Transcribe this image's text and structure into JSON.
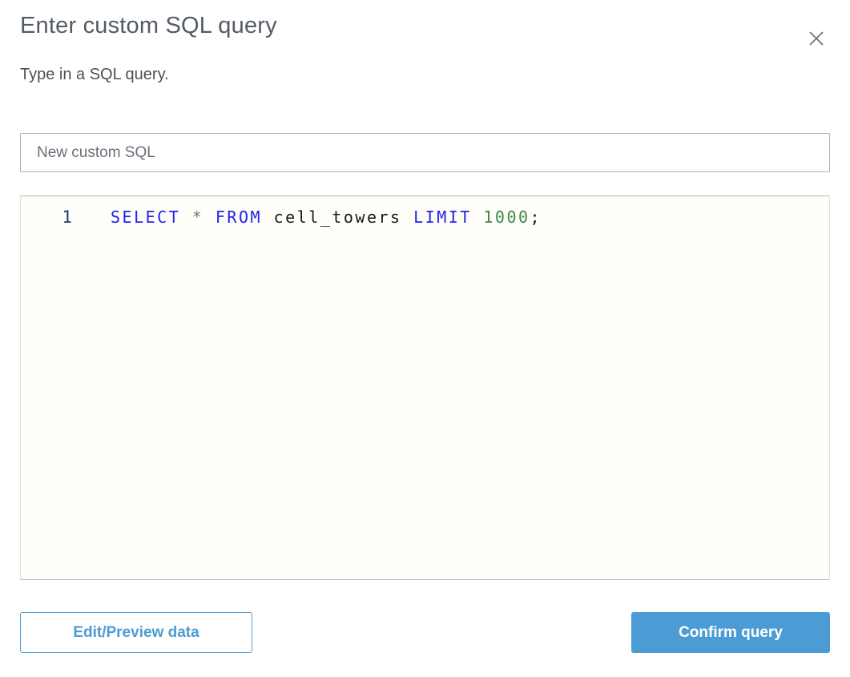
{
  "dialog": {
    "title": "Enter custom SQL query",
    "subtitle": "Type in a SQL query."
  },
  "name_input": {
    "value": "New custom SQL"
  },
  "editor": {
    "line_number": "1",
    "sql_text": "SELECT * FROM cell_towers LIMIT 1000;",
    "tokens": [
      {
        "text": "SELECT",
        "type": "keyword"
      },
      {
        "text": " ",
        "type": "plain"
      },
      {
        "text": "*",
        "type": "operator"
      },
      {
        "text": " ",
        "type": "plain"
      },
      {
        "text": "FROM",
        "type": "keyword"
      },
      {
        "text": " ",
        "type": "plain"
      },
      {
        "text": "cell_towers",
        "type": "plain"
      },
      {
        "text": " ",
        "type": "plain"
      },
      {
        "text": "LIMIT",
        "type": "keyword"
      },
      {
        "text": " ",
        "type": "plain"
      },
      {
        "text": "1000",
        "type": "number"
      },
      {
        "text": ";",
        "type": "plain"
      }
    ]
  },
  "footer": {
    "edit_preview_label": "Edit/Preview data",
    "confirm_label": "Confirm query"
  },
  "colors": {
    "title": "#545b64",
    "subtitle": "#4a5056",
    "input-border": "#aab2b5",
    "input-text": "#687078",
    "editor-bg": "#fffef8",
    "editor-border-strong": "#b5b8ba",
    "editor-border-soft": "#dcdfe0",
    "keyword": "#2222ee",
    "operator": "#6d7b96",
    "number": "#3a8745",
    "plain": "#17191c",
    "line-number": "#233a70",
    "accent": "#4c9bd4",
    "button-primary-text": "#ffffff",
    "close-icon": "#5f6b7a"
  }
}
